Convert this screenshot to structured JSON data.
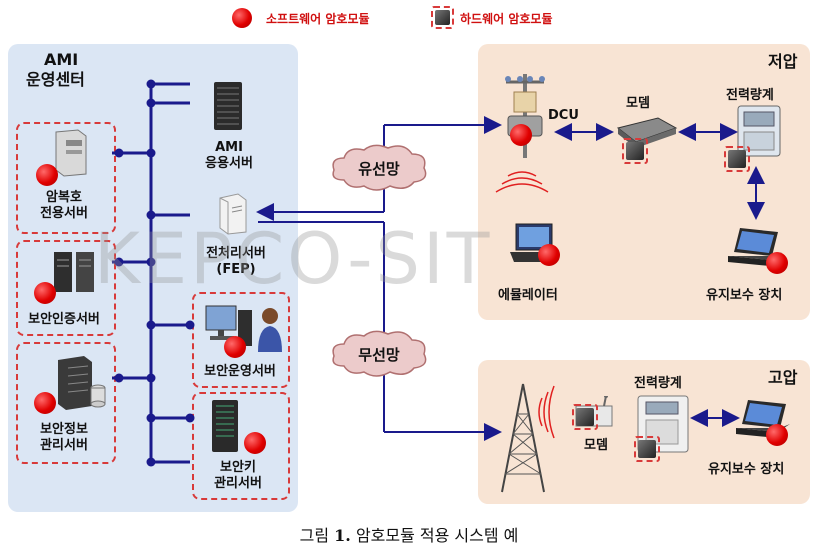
{
  "legend": {
    "software": "소프트웨어 암호모듈",
    "hardware": "하드웨어 암호모듈"
  },
  "ami_center": {
    "title_line1": "AMI",
    "title_line2": "운영센터"
  },
  "servers": {
    "ami_app": [
      "AMI",
      "응용서버"
    ],
    "fep": [
      "전처리서버",
      "(FEP)"
    ],
    "crypto": [
      "암복호",
      "전용서버"
    ],
    "auth": "보안인증서버",
    "sec_info": [
      "보안정보",
      "관리서버"
    ],
    "sec_ops": "보안운영서버",
    "key_mgmt": [
      "보안키",
      "관리서버"
    ]
  },
  "networks": {
    "wired": "유선망",
    "wireless": "무선망"
  },
  "low_voltage": {
    "title": "저압",
    "dcu": "DCU",
    "modem": "모뎀",
    "meter": "전력량계",
    "emulator": "에뮬레이터",
    "maintenance": "유지보수 장치"
  },
  "high_voltage": {
    "title": "고압",
    "meter": "전력량계",
    "modem": "모뎀",
    "maintenance": "유지보수 장치"
  },
  "watermark": "KEPCO-SIT",
  "caption": {
    "prefix": "그림",
    "number": "1.",
    "text": "암호모듈 적용 시스템 예"
  }
}
